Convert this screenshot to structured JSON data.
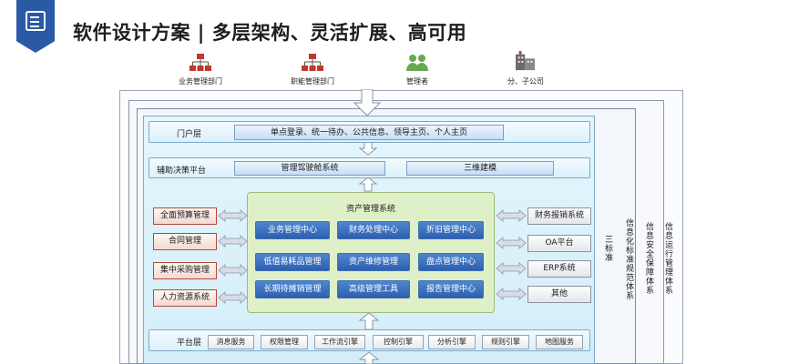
{
  "title": "软件设计方案 | 多层架构、灵活扩展、高可用",
  "stakeholders": [
    "业务管理部门",
    "职能管理部门",
    "管理者",
    "分、子公司"
  ],
  "portal": {
    "label": "门户层",
    "content": "单点登录、统一待办、公共信息、领导主页、个人主页"
  },
  "decision": {
    "label": "辅助决策平台",
    "items": [
      "管理驾驶舱系统",
      "三维建模"
    ]
  },
  "asset": {
    "title": "资产管理系统",
    "modules": [
      "业务管理中心",
      "财务处理中心",
      "折旧管理中心",
      "低值易耗品管理",
      "资产维修管理",
      "盘点管理中心",
      "长期待摊销管理",
      "高级管理工具",
      "报告管理中心"
    ]
  },
  "left_systems": [
    "全面预算管理",
    "合同管理",
    "集中采购管理",
    "人力资源系统"
  ],
  "right_systems": [
    "财务报销系统",
    "OA平台",
    "ERP系统",
    "其他"
  ],
  "platform": {
    "label": "平台层",
    "engines": [
      "消息服务",
      "权限管理",
      "工作流引擎",
      "控制引擎",
      "分析引擎",
      "规则引擎",
      "地图服务"
    ]
  },
  "side_labels": [
    "三标准",
    "信息化标准规范体系",
    "信息安全保障体系",
    "信息运行管理体系"
  ],
  "colors": {
    "badge": "#2a5aa6",
    "module": "#2d5fae",
    "asset_bg": "#dff0c9",
    "red_border": "#b34a3a"
  },
  "icons": [
    "document-icon",
    "org-chart-icon",
    "people-icon",
    "building-icon",
    "arrow-icon"
  ]
}
